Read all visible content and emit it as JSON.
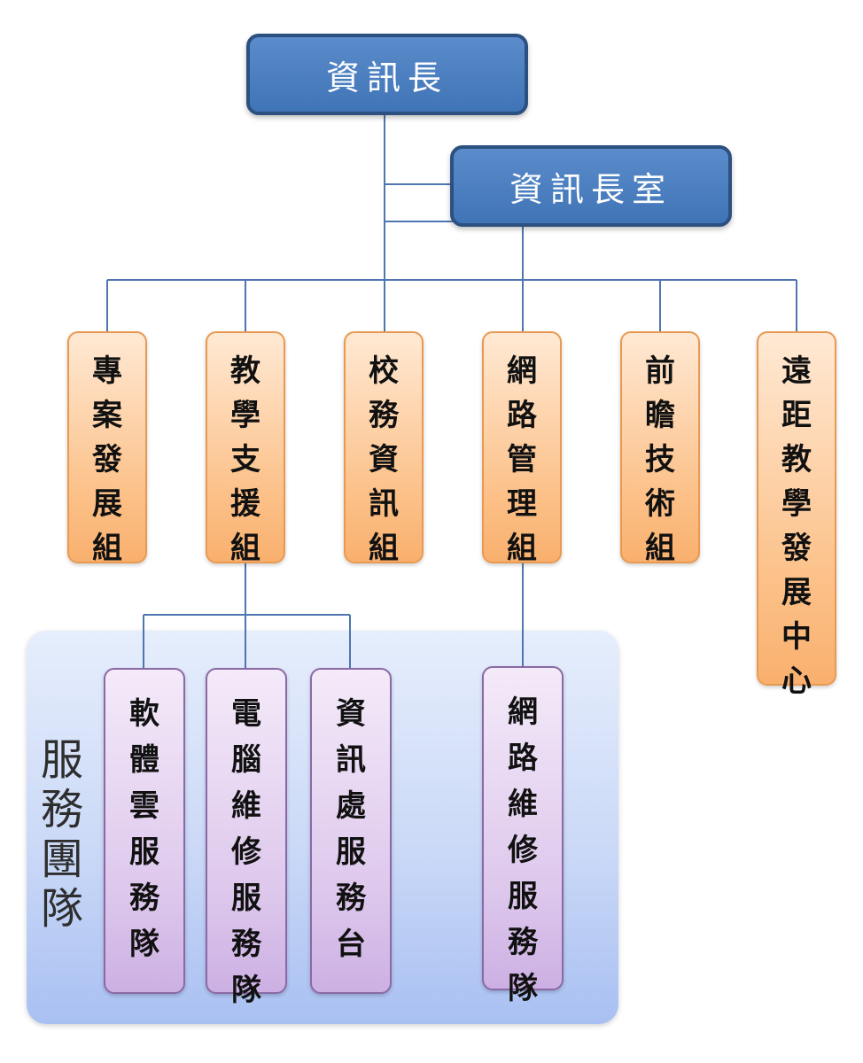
{
  "top": {
    "ceo": "資訊長",
    "ceo_office": "資訊長室"
  },
  "units": [
    {
      "label": "專案發展組"
    },
    {
      "label": "教學支援組"
    },
    {
      "label": "校務資訊組"
    },
    {
      "label": "網路管理組"
    },
    {
      "label": "前瞻技術組"
    },
    {
      "label": "遠距教學發展中心"
    }
  ],
  "service_teams": {
    "title": "服務團隊",
    "teams": [
      {
        "label": "軟體雲服務隊"
      },
      {
        "label": "電腦維修服務隊"
      },
      {
        "label": "資訊處服務台"
      },
      {
        "label": "網路維修服務隊"
      }
    ]
  },
  "colors": {
    "top_fill": "#4a80c0",
    "unit_fill": "#fcc189",
    "team_fill": "#ddc7ec",
    "panel_fill": "#cbd9f7",
    "connector": "#4f76b0"
  }
}
